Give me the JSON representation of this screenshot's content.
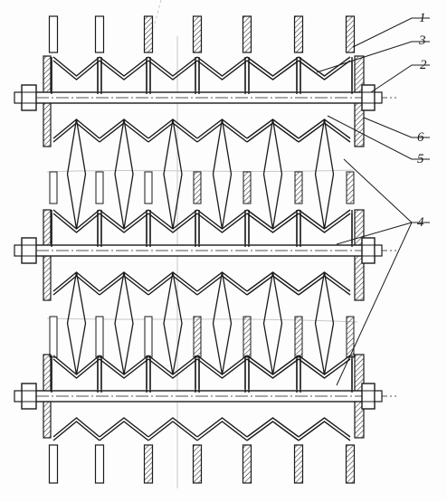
{
  "drawing": {
    "ink_color": "#1a1a1a",
    "hatch_color": "#2a2a2a",
    "paper_color": "#fdfdfd",
    "callouts": [
      {
        "id": "callout-1",
        "label": "1"
      },
      {
        "id": "callout-3",
        "label": "3"
      },
      {
        "id": "callout-2",
        "label": "2"
      },
      {
        "id": "callout-6",
        "label": "6"
      },
      {
        "id": "callout-5",
        "label": "5"
      },
      {
        "id": "callout-4",
        "label": "4"
      }
    ]
  }
}
